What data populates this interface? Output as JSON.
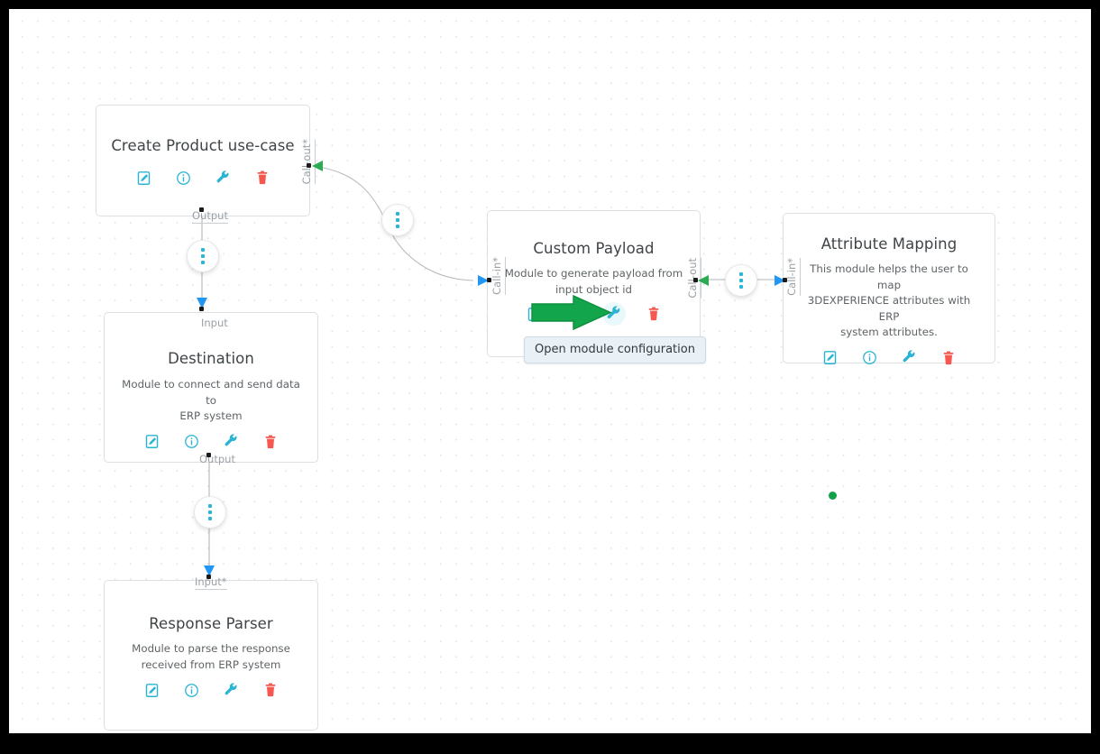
{
  "canvas": {
    "background_color": "#ffffff",
    "grid_dot_color": "#e3e3e6",
    "frame_color": "#000000"
  },
  "palette": {
    "accent_cyan": "#29b6d8",
    "icon_cyan": "#2ab4d3",
    "delete_red": "#f4584f",
    "arrow_in_blue": "#2196f3",
    "arrow_out_green": "#2eaa55",
    "pointer_green": "#11a14a",
    "title_gray": "#3f4447",
    "label_gray": "#9aa0a4",
    "card_border": "#dcdfe3",
    "tooltip_bg": "#e9f1f7"
  },
  "nodes": [
    {
      "id": "create-product-use-case",
      "title": "Create Product use-case",
      "description": "",
      "ports": [
        {
          "name": "Output",
          "orientation": "horizontal",
          "required": false
        },
        {
          "name": "Call-out",
          "orientation": "vertical",
          "required": true
        }
      ],
      "actions": [
        {
          "name": "edit-icon",
          "label": "Edit",
          "color": "#2ab4d3"
        },
        {
          "name": "info-icon",
          "label": "Information",
          "color": "#2ab4d3"
        },
        {
          "name": "configure-icon",
          "label": "Open module configuration",
          "color": "#2ab4d3"
        },
        {
          "name": "delete-icon",
          "label": "Delete",
          "color": "#f4584f"
        }
      ]
    },
    {
      "id": "destination",
      "title": "Destination",
      "description": "Module to connect and send data to ERP system",
      "ports": [
        {
          "name": "Input",
          "orientation": "horizontal",
          "required": false
        },
        {
          "name": "Output",
          "orientation": "horizontal",
          "required": false
        }
      ],
      "actions": [
        {
          "name": "edit-icon",
          "label": "Edit",
          "color": "#2ab4d3"
        },
        {
          "name": "info-icon",
          "label": "Information",
          "color": "#2ab4d3"
        },
        {
          "name": "configure-icon",
          "label": "Open module configuration",
          "color": "#2ab4d3"
        },
        {
          "name": "delete-icon",
          "label": "Delete",
          "color": "#f4584f"
        }
      ]
    },
    {
      "id": "response-parser",
      "title": "Response Parser",
      "description": "Module to parse the response received from ERP system",
      "ports": [
        {
          "name": "Input",
          "orientation": "horizontal",
          "required": true
        }
      ],
      "actions": [
        {
          "name": "edit-icon",
          "label": "Edit",
          "color": "#2ab4d3"
        },
        {
          "name": "info-icon",
          "label": "Information",
          "color": "#2ab4d3"
        },
        {
          "name": "configure-icon",
          "label": "Open module configuration",
          "color": "#2ab4d3"
        },
        {
          "name": "delete-icon",
          "label": "Delete",
          "color": "#f4584f"
        }
      ]
    },
    {
      "id": "custom-payload",
      "title": "Custom Payload",
      "description": "Module to generate payload from input object id",
      "ports": [
        {
          "name": "Call-in",
          "orientation": "vertical",
          "required": true
        },
        {
          "name": "Call-out",
          "orientation": "vertical",
          "required": false
        }
      ],
      "actions": [
        {
          "name": "edit-icon",
          "label": "Edit",
          "color": "#2ab4d3"
        },
        {
          "name": "info-icon",
          "label": "Information",
          "color": "#2ab4d3"
        },
        {
          "name": "configure-icon",
          "label": "Open module configuration",
          "color": "#2ab4d3",
          "hovered": true
        },
        {
          "name": "delete-icon",
          "label": "Delete",
          "color": "#f4584f"
        }
      ]
    },
    {
      "id": "attribute-mapping",
      "title": "Attribute Mapping",
      "description": "This module helps the user to map 3DEXPERIENCE attributes with ERP system attributes.",
      "ports": [
        {
          "name": "Call-in",
          "orientation": "vertical",
          "required": true
        }
      ],
      "actions": [
        {
          "name": "edit-icon",
          "label": "Edit",
          "color": "#2ab4d3"
        },
        {
          "name": "info-icon",
          "label": "Information",
          "color": "#2ab4d3"
        },
        {
          "name": "configure-icon",
          "label": "Open module configuration",
          "color": "#2ab4d3"
        },
        {
          "name": "delete-icon",
          "label": "Delete",
          "color": "#f4584f"
        }
      ]
    }
  ],
  "node_titles": {
    "create_product": "Create Product use-case",
    "destination": "Destination",
    "response_parser": "Response Parser",
    "custom_payload": "Custom Payload",
    "attribute_mapping": "Attribute Mapping"
  },
  "node_descriptions": {
    "destination_line1": "Module to connect and send data to",
    "destination_line2": "ERP system",
    "response_parser_line1": "Module to parse the response",
    "response_parser_line2": "received from ERP system",
    "custom_payload_line1": "Module to generate payload from",
    "custom_payload_line2": "input object id",
    "attribute_mapping_line1": "This module helps the user to map",
    "attribute_mapping_line2": "3DEXPERIENCE attributes with ERP",
    "attribute_mapping_line3": "system attributes."
  },
  "port_labels": {
    "output": "Output",
    "input": "Input",
    "input_required": "Input",
    "call_in": "Call-in",
    "call_out": "Call-out",
    "required_marker": "*"
  },
  "tooltip": {
    "text": "Open module configuration",
    "target": "configure-icon",
    "target_node": "custom-payload"
  },
  "connectors": [
    {
      "id": "cp-to-create-product",
      "type": "curved",
      "from": "custom-payload.call-in",
      "to": "create-product.call-out",
      "handle": true
    },
    {
      "id": "create-product-to-destination",
      "type": "vertical",
      "from": "create-product.output",
      "to": "destination.input",
      "handle": true
    },
    {
      "id": "destination-to-response-parser",
      "type": "vertical",
      "from": "destination.output",
      "to": "response-parser.input",
      "handle": true
    },
    {
      "id": "cp-to-attribute-mapping",
      "type": "horizontal",
      "from": "custom-payload.call-out",
      "to": "attribute-mapping.call-in",
      "handle": true
    }
  ],
  "pointer": {
    "name": "green-arrow-cursor",
    "color": "#11a14a",
    "points_to": "configure-icon"
  }
}
